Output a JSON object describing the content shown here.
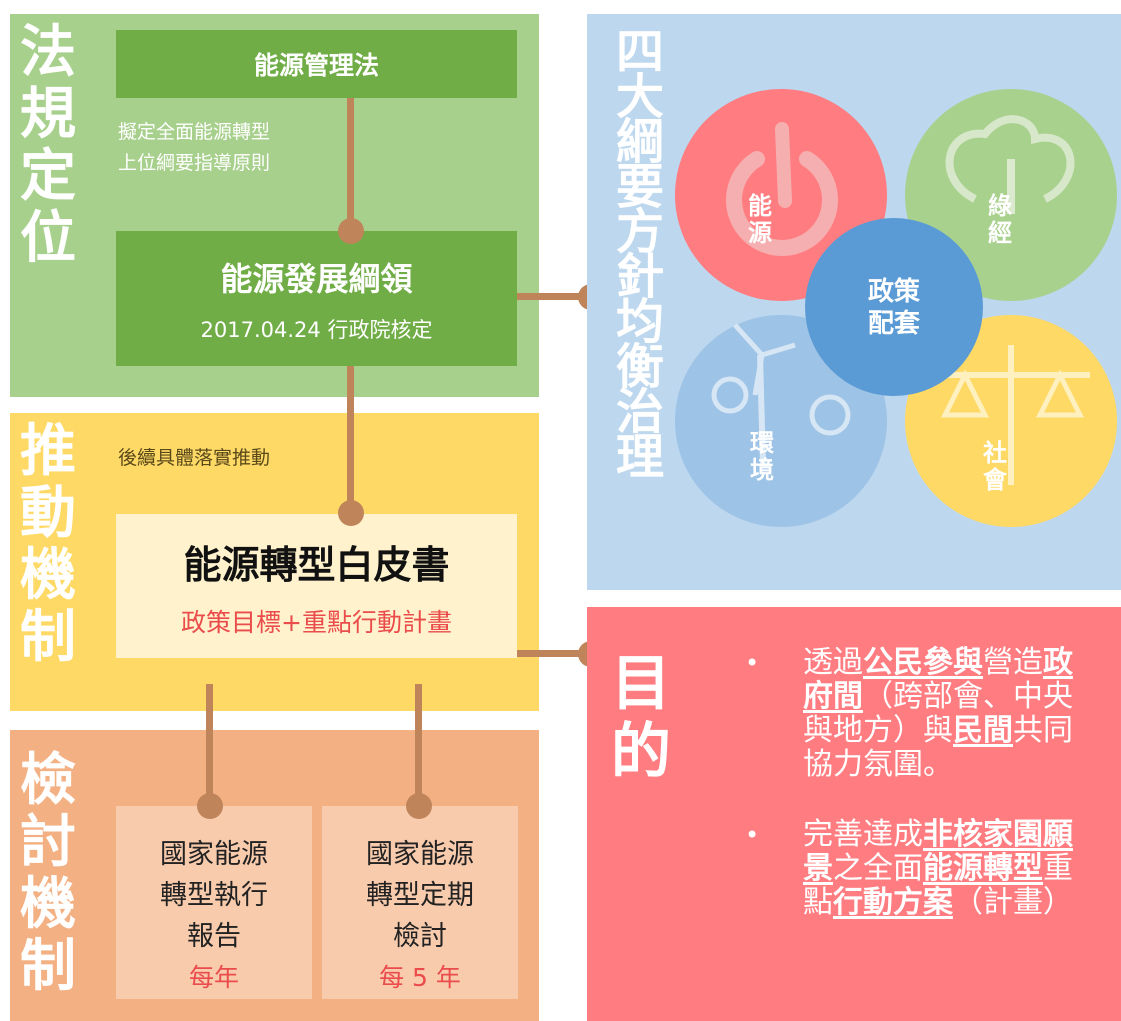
{
  "legal": {
    "title": "法\n規\n定\n位",
    "act": "能源管理法",
    "note": "擬定全面能源轉型\n上位綱要指導原則",
    "guideline_title": "能源發展綱領",
    "guideline_sub": "2017.04.24  行政院核定"
  },
  "promotion": {
    "title": "推\n動\n機\n制",
    "note": "後續具體落實推動",
    "whitepaper_title": "能源轉型白皮書",
    "whitepaper_sub": "政策目標+重點行動計畫"
  },
  "review": {
    "title": "檢\n討\n機\n制",
    "box1_text": "國家能源\n轉型執行\n報告",
    "box1_freq": "每年",
    "box2_text": "國家能源\n轉型定期\n檢討",
    "box2_freq": "每 5 年"
  },
  "principles": {
    "title": "四\n大\n綱\n要\n方\n針\n均\n衡\n治\n理",
    "energy": "能\n源",
    "green": "綠\n經",
    "environment": "環\n境",
    "society": "社\n會",
    "policy": "政策\n配套"
  },
  "purpose": {
    "title": "目\n的",
    "bullet": "•",
    "item1": {
      "a": "透過",
      "b": "公民參與",
      "c": "營造",
      "d": "政府間",
      "e": "（跨部會、中央與地方）與",
      "f": "民間",
      "g": "共同協力氛圍。"
    },
    "item2": {
      "a": "完善達成",
      "b": "非核家園願景",
      "c": "之全面",
      "d": "能源轉型",
      "e": "重點",
      "f": "行動方案",
      "g": "（計畫）"
    }
  },
  "colors": {
    "green_panel": "#a8d08d",
    "dark_green": "#70ad47",
    "yellow_panel": "#fed966",
    "orange_panel": "#f3b183",
    "blue_panel": "#bcd7ee",
    "pink_panel": "#ff7c80",
    "connector": "#c0845a",
    "red_circle": "#ff7c80",
    "green_circle": "#a9d18e",
    "blue_circle": "#9dc3e6",
    "yellow_circle": "#ffd966",
    "policy_circle": "#5b9bd5"
  }
}
